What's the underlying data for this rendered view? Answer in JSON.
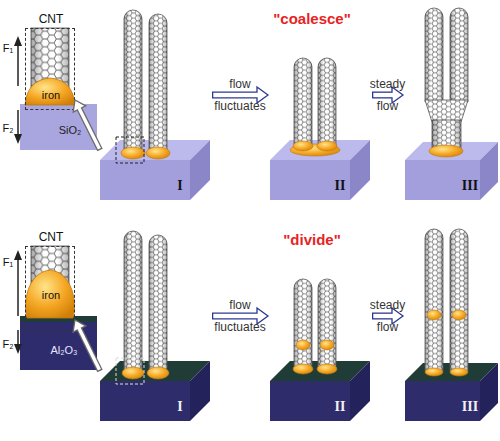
{
  "diagram": {
    "nodes": [
      {
        "text": [
          "CNT",
          "iron"
        ]
      },
      {
        "text": [
          "I"
        ]
      },
      {
        "text": [
          "II"
        ]
      },
      {
        "text": [
          "III"
        ]
      },
      {
        "text": [
          "CNT",
          "iron"
        ]
      },
      {
        "text": [
          "I"
        ]
      },
      {
        "text": [
          "II"
        ]
      },
      {
        "text": [
          "III"
        ]
      }
    ],
    "edges": [
      {
        "from": 1,
        "to": 0,
        "arrow": "to"
      },
      {
        "from": 1,
        "to": 2,
        "label": "flow fluctuates",
        "arrow": "to"
      },
      {
        "from": 2,
        "to": 3,
        "label": "steady flow",
        "arrow": "to"
      },
      {
        "from": 5,
        "to": 4,
        "arrow": "to"
      },
      {
        "from": 5,
        "to": 6,
        "label": "flow fluctuates",
        "arrow": "to"
      },
      {
        "from": 6,
        "to": 7,
        "label": "steady flow",
        "arrow": "to"
      }
    ],
    "labels": [
      "\"coalesce\"",
      "F₁",
      "F₂",
      "SiO₂",
      "\"divide\"",
      "F₁",
      "F₂",
      "Al₂O₃"
    ]
  }
}
